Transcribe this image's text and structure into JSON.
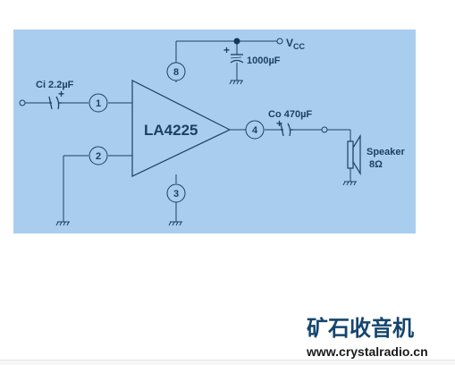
{
  "circuit": {
    "chip": "LA4225",
    "input_cap": "Ci 2.2µF",
    "output_cap": "Co 470µF",
    "supply_cap": "1000µF",
    "vcc_main": "V",
    "vcc_sub": "CC",
    "speaker_name": "Speaker",
    "speaker_ohms": "8Ω",
    "pins": [
      "1",
      "2",
      "3",
      "4",
      "8"
    ],
    "polarity": "+",
    "colors": {
      "panel": "#a9cdef",
      "ink": "#1d3f63",
      "node": "#16355a"
    }
  },
  "watermark": {
    "title": "矿石收音机",
    "url": "www.crystalradio.cn"
  }
}
